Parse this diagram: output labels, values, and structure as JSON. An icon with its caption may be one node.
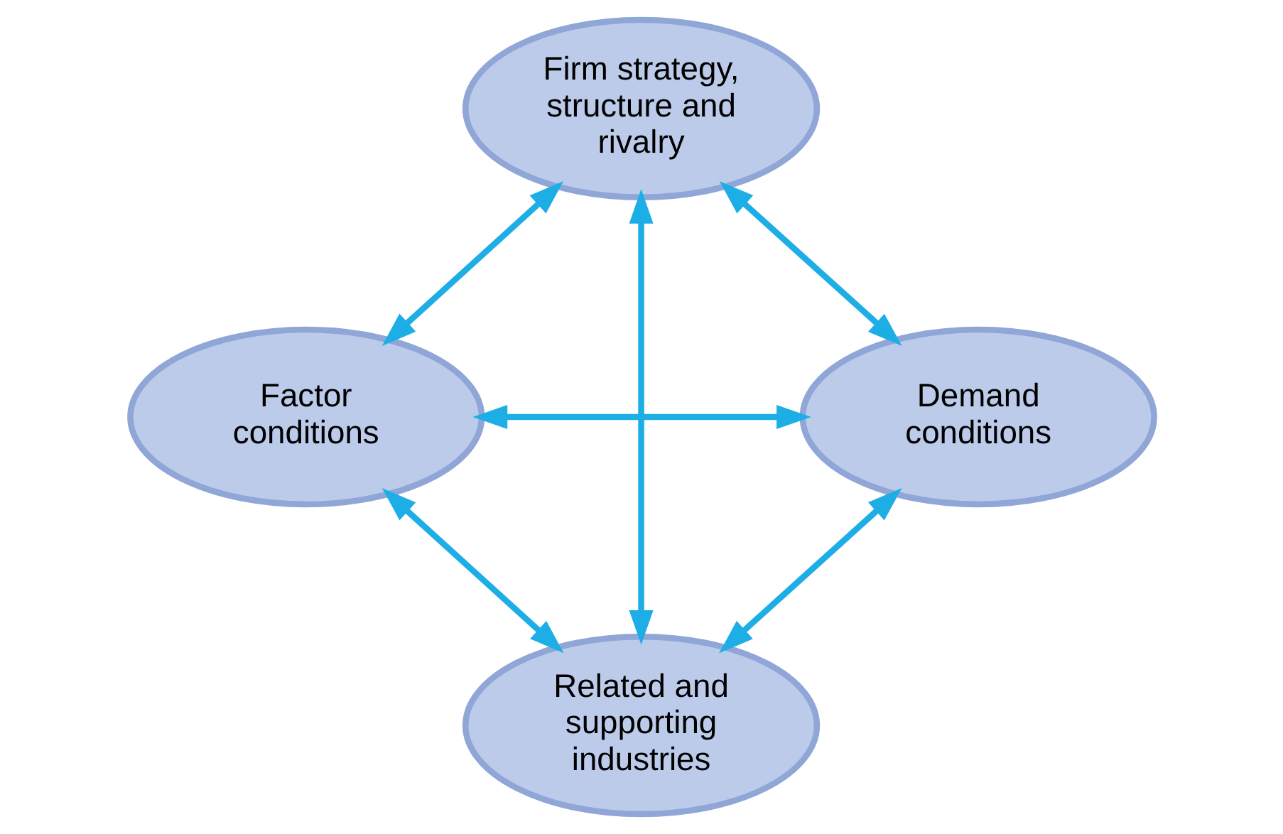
{
  "diagram": {
    "nodes": [
      {
        "text": [
          "Firm strategy, structure and rivalry"
        ]
      },
      {
        "text": [
          "Factor conditions"
        ]
      },
      {
        "text": [
          "Demand conditions"
        ]
      },
      {
        "text": [
          "Related and supporting industries"
        ]
      }
    ],
    "edges": [
      {
        "from": 0,
        "to": 1,
        "arrow": "both"
      },
      {
        "from": 0,
        "to": 2,
        "arrow": "both"
      },
      {
        "from": 1,
        "to": 2,
        "arrow": "both"
      },
      {
        "from": 0,
        "to": 3,
        "arrow": "both"
      },
      {
        "from": 1,
        "to": 3,
        "arrow": "both"
      },
      {
        "from": 2,
        "to": 3,
        "arrow": "both"
      }
    ]
  }
}
